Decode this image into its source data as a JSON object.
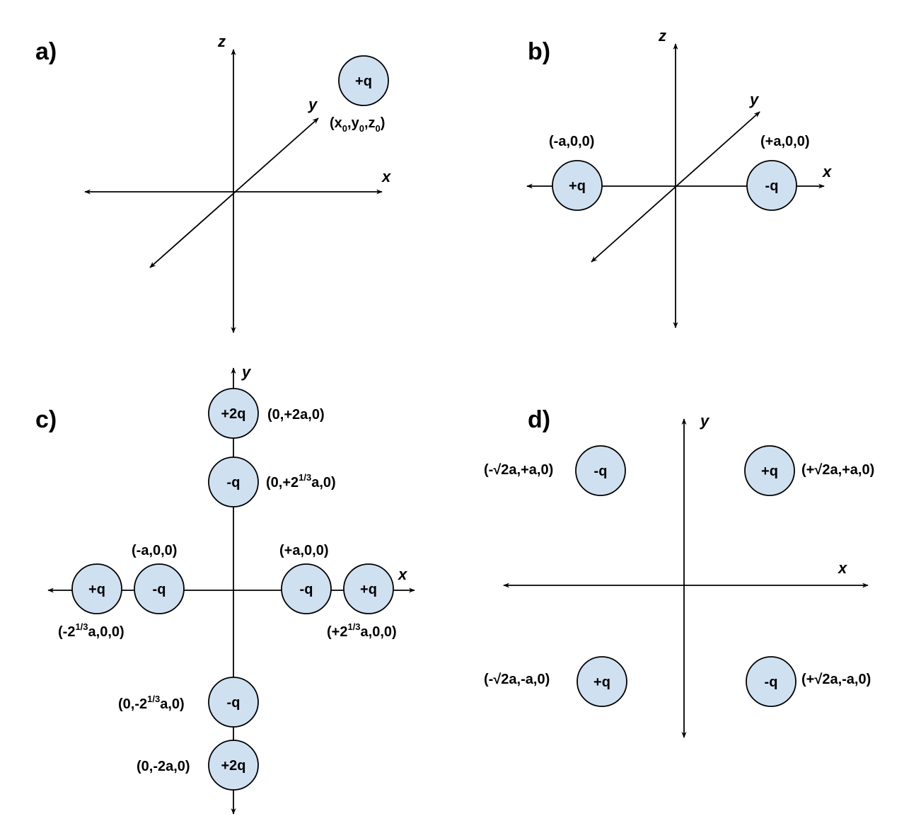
{
  "style": {
    "charge_fill": "#cfe0f1",
    "stroke": "#000000",
    "background": "#ffffff"
  },
  "panels": [
    {
      "id": "a",
      "label": "a)",
      "axes": {
        "x": "x",
        "y": "y",
        "z": "z"
      },
      "charges": [
        {
          "label": "+q",
          "coord": "(x0,y0,z0)",
          "coord_parts": [
            [
              "(x",
              ""
            ],
            [
              "0",
              "sub"
            ],
            [
              ",y",
              ""
            ],
            [
              "0",
              "sub"
            ],
            [
              ",z",
              ""
            ],
            [
              "0",
              "sub"
            ],
            [
              ")",
              ""
            ]
          ]
        }
      ]
    },
    {
      "id": "b",
      "label": "b)",
      "axes": {
        "x": "x",
        "y": "y",
        "z": "z"
      },
      "charges": [
        {
          "label": "+q",
          "coord": "(-a,0,0)"
        },
        {
          "label": "-q",
          "coord": "(+a,0,0)"
        }
      ]
    },
    {
      "id": "c",
      "label": "c)",
      "axes": {
        "x": "x",
        "y": "y"
      },
      "charges": [
        {
          "label": "+2q",
          "coord": "(0,+2a,0)"
        },
        {
          "label": "-q",
          "coord": "(0,+2^1/3a,0)",
          "coord_parts": [
            [
              "(0,+2",
              ""
            ],
            [
              "1/3",
              "sup"
            ],
            [
              "a,0)",
              ""
            ]
          ]
        },
        {
          "label": "+q",
          "coord": "(-2^1/3a,0,0)",
          "coord_parts": [
            [
              "(-2",
              ""
            ],
            [
              "1/3",
              "sup"
            ],
            [
              "a,0,0)",
              ""
            ]
          ]
        },
        {
          "label": "-q",
          "coord": "(-a,0,0)"
        },
        {
          "label": "-q",
          "coord": "(+a,0,0)"
        },
        {
          "label": "+q",
          "coord": "(+2^1/3a,0,0)",
          "coord_parts": [
            [
              "(+2",
              ""
            ],
            [
              "1/3",
              "sup"
            ],
            [
              "a,0,0)",
              ""
            ]
          ]
        },
        {
          "label": "-q",
          "coord": "(0,-2^1/3a,0)",
          "coord_parts": [
            [
              "(0,-2",
              ""
            ],
            [
              "1/3",
              "sup"
            ],
            [
              "a,0)",
              ""
            ]
          ]
        },
        {
          "label": "+2q",
          "coord": "(0,-2a,0)"
        }
      ]
    },
    {
      "id": "d",
      "label": "d)",
      "axes": {
        "x": "x",
        "y": "y"
      },
      "charges": [
        {
          "label": "-q",
          "coord": "(-√2a,+a,0)"
        },
        {
          "label": "+q",
          "coord": "(+√2a,+a,0)"
        },
        {
          "label": "+q",
          "coord": "(-√2a,-a,0)"
        },
        {
          "label": "-q",
          "coord": "(+√2a,-a,0)"
        }
      ]
    }
  ]
}
